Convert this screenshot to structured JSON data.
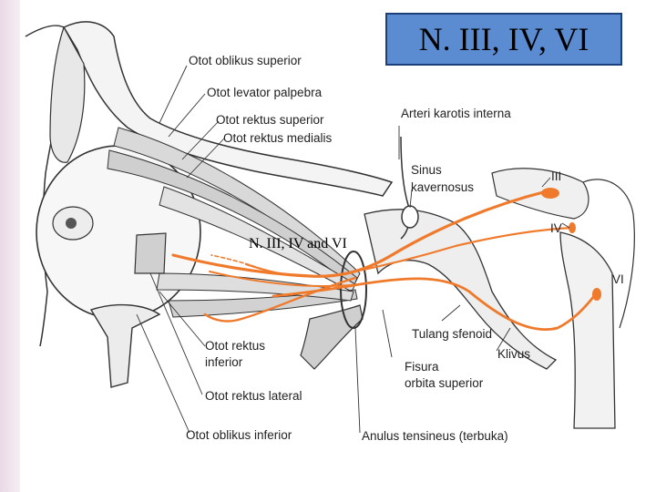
{
  "title": "N. III, IV, VI",
  "overlay_caption": "N. III, IV and VI",
  "labels": {
    "oblikus_superior": "Otot oblikus superior",
    "levator_palpebra": "Otot levator palpebra",
    "rektus_superior": "Otot rektus superior",
    "rektus_medialis": "Otot rektus medialis",
    "arteri_karotis": "Arteri karotis interna",
    "sinus": "Sinus",
    "kavernosus": "kavernosus",
    "nerve_iii": "III",
    "nerve_iv": "IV",
    "nerve_vi": "VI",
    "tulang_sfenoid": "Tulang sfenoid",
    "klivus": "Klivus",
    "rektus_inferior_1": "Otot rektus",
    "rektus_inferior_2": "inferior",
    "fisura_1": "Fisura",
    "fisura_2": "orbita superior",
    "rektus_lateral": "Otot rektus lateral",
    "oblikus_inferior": "Otot oblikus inferior",
    "anulus": "Anulus tensineus (terbuka)"
  },
  "colors": {
    "nerve": "#f07a2c",
    "title_fill": "#5b8bd0",
    "title_border": "#1d3f7a",
    "line": "#333333"
  }
}
